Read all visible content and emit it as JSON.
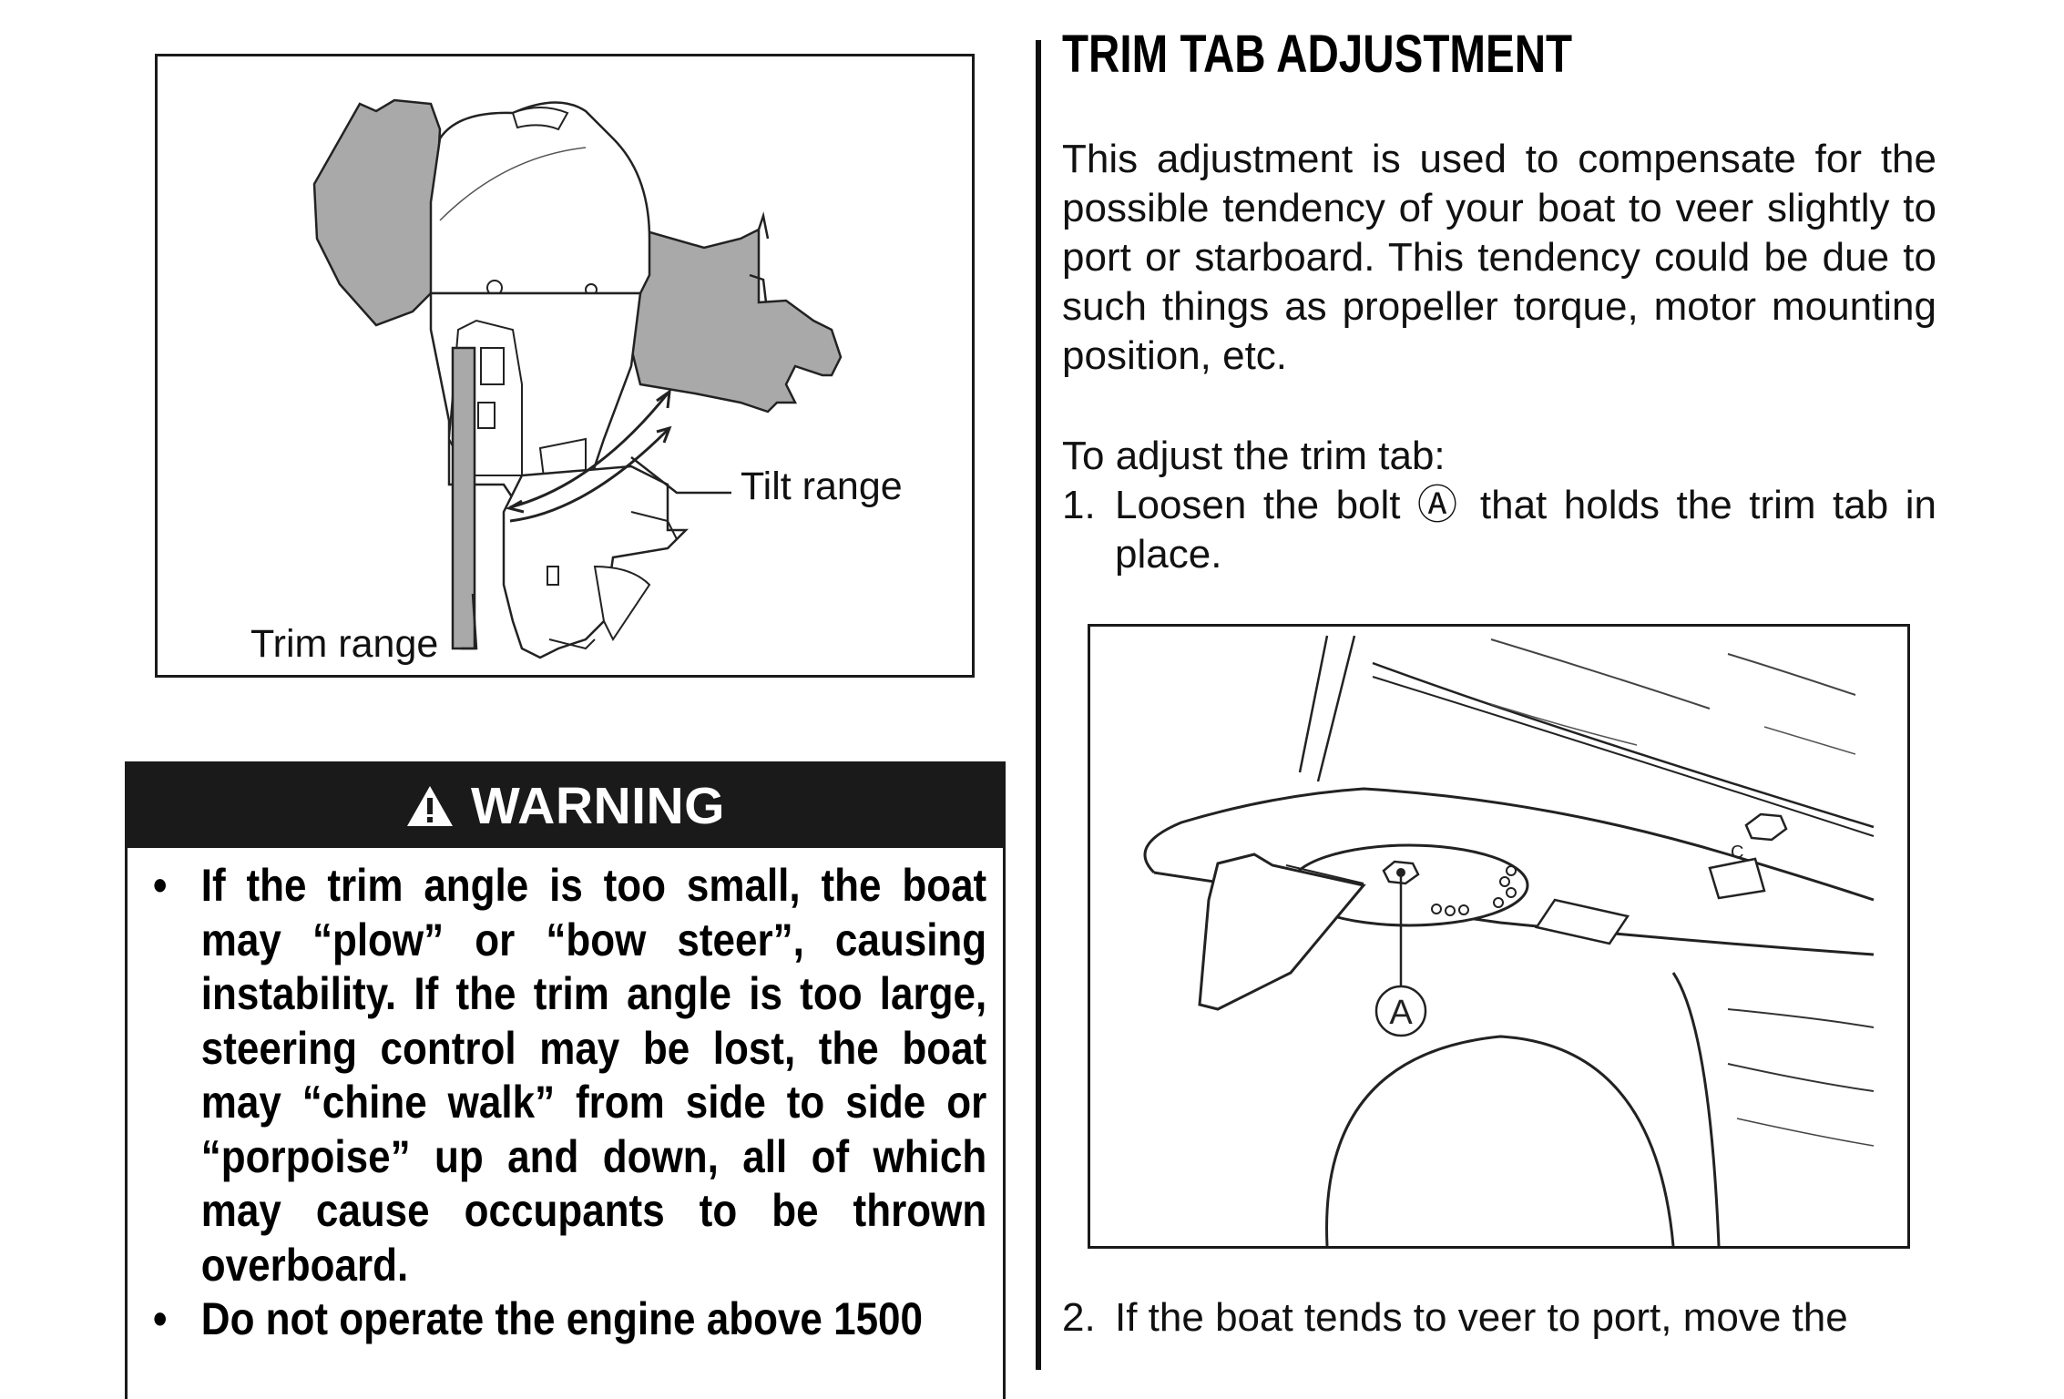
{
  "figure_outboard": {
    "tilt_range_label": "Tilt range",
    "trim_range_label": "Trim range"
  },
  "warning": {
    "heading": "WARNING",
    "items": [
      "If the trim angle is too small, the boat may “plow” or “bow steer”, causing instability. If the trim angle is too large, steering control may be lost, the boat may “chine walk” from side to side or “porpoise” up and down, all of which may cause occupants to be thrown overboard.",
      "Do not operate the engine above 1500"
    ]
  },
  "section": {
    "title": "TRIM TAB ADJUSTMENT",
    "intro": "This adjustment is used to compensate for the possible tendency of your boat to veer slightly to port or starboard. This tendency could be due to such things as propeller torque, motor mounting position, etc.",
    "steps_intro": "To adjust the trim tab:",
    "steps": [
      {
        "number": "1.",
        "text": "Loosen the bolt Ⓐ that holds the trim tab in place."
      },
      {
        "number": "2.",
        "text": "If the boat tends to veer to port, move the"
      }
    ]
  },
  "figure_trimtab": {
    "callout": "Ⓐ",
    "casting_mark": "C"
  }
}
